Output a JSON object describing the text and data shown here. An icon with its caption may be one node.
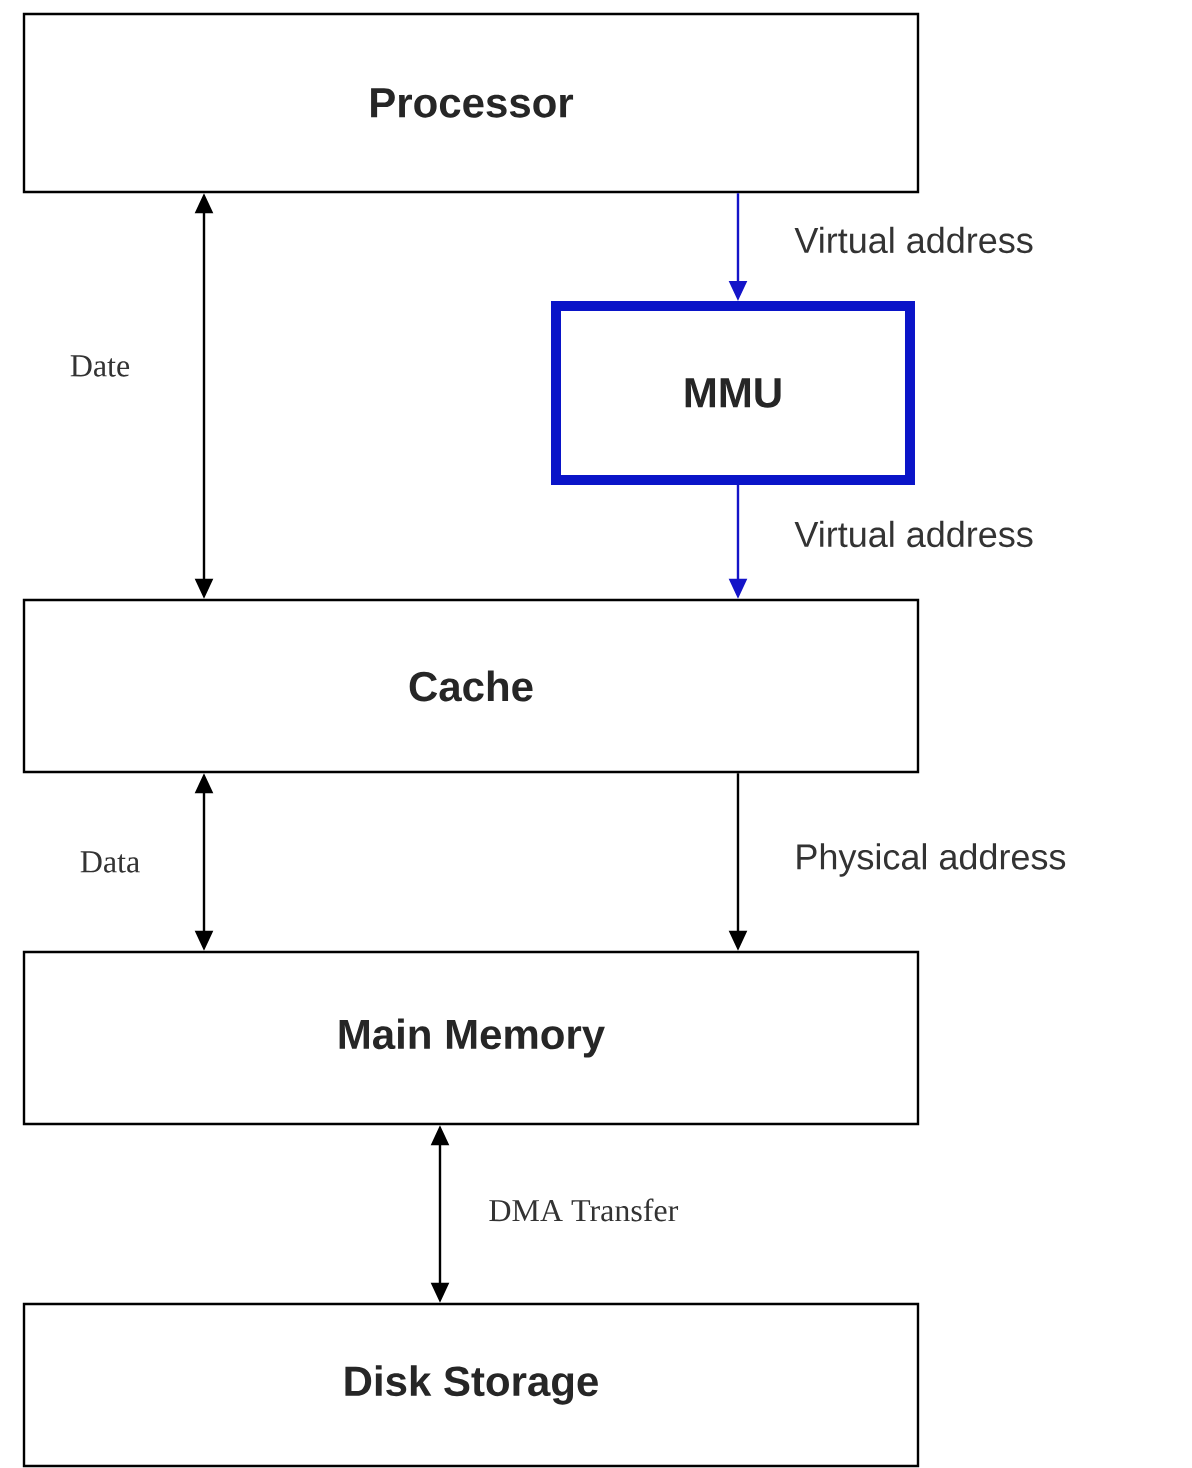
{
  "diagram": {
    "nodes": [
      {
        "text": [
          "Processor"
        ]
      },
      {
        "text": [
          "MMU"
        ]
      },
      {
        "text": [
          "Cache"
        ]
      },
      {
        "text": [
          "Main Memory"
        ]
      },
      {
        "text": [
          "Disk Storage"
        ]
      }
    ],
    "edges": [
      {
        "from": 0,
        "to": 2,
        "arrow": "both",
        "label": "Date"
      },
      {
        "from": 0,
        "to": 1,
        "arrow": "to",
        "label": "Virtual address",
        "color": "#1414c8"
      },
      {
        "from": 1,
        "to": 2,
        "arrow": "to",
        "label": "Virtual address",
        "color": "#1414c8"
      },
      {
        "from": 2,
        "to": 3,
        "arrow": "both",
        "label": "Data"
      },
      {
        "from": 2,
        "to": 3,
        "arrow": "to",
        "label": "Physical address"
      },
      {
        "from": 3,
        "to": 4,
        "arrow": "both",
        "label": "DMA Transfer"
      }
    ]
  }
}
